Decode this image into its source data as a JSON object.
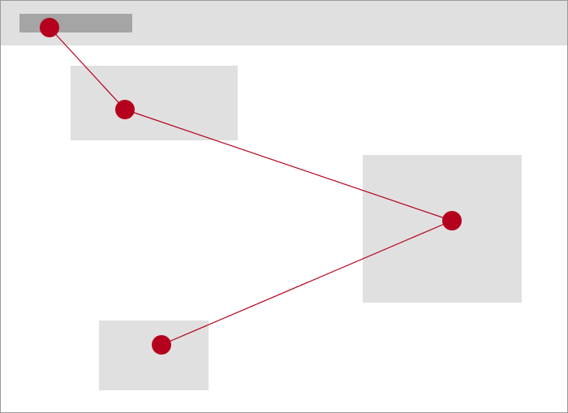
{
  "theme": {
    "path_color": "#b5001e",
    "panel_color": "#e0e0e0",
    "header_bar_color": "#a5a5a5",
    "border_color": "#9a9a9a"
  },
  "path": {
    "steps": [
      {
        "name": "path-point-header"
      },
      {
        "name": "path-point-block-a"
      },
      {
        "name": "path-point-block-b"
      },
      {
        "name": "path-point-block-c"
      }
    ]
  }
}
